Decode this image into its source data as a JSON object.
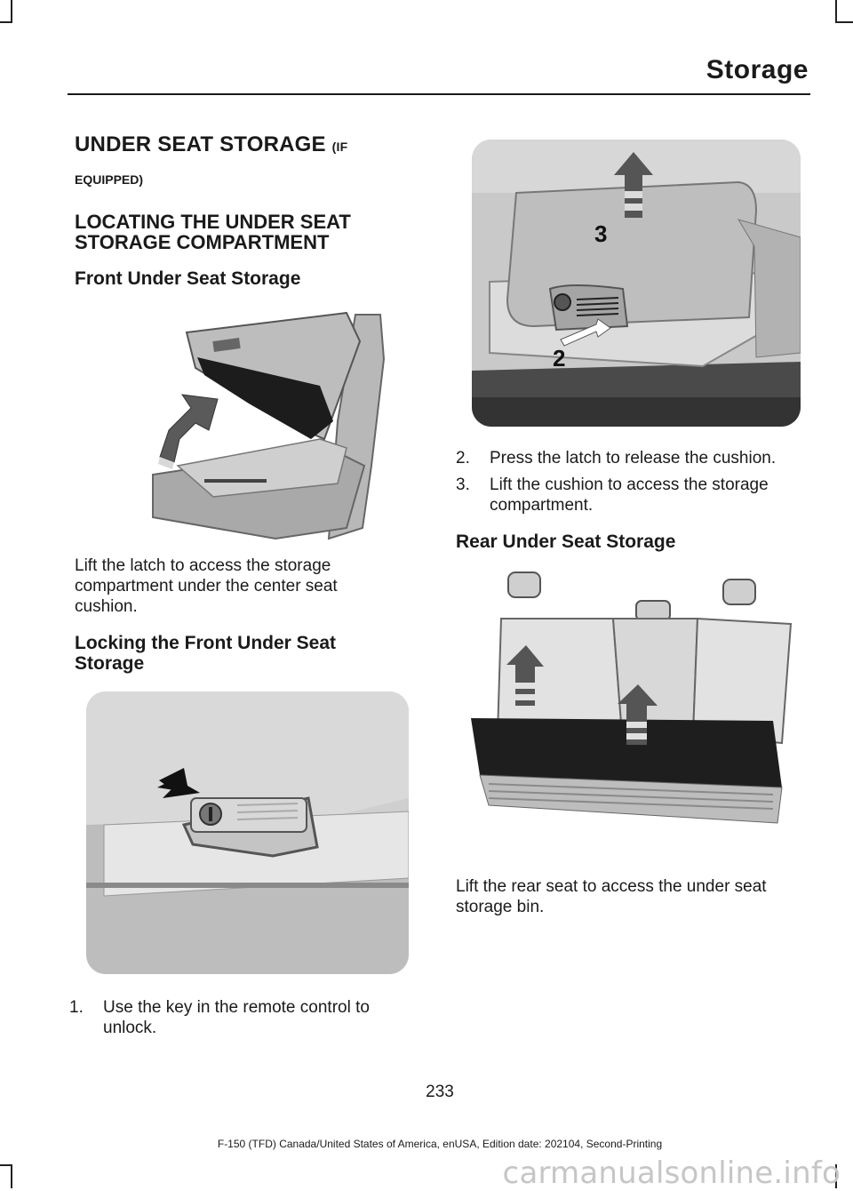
{
  "header": {
    "title": "Storage"
  },
  "left": {
    "section_title": "UNDER SEAT STORAGE",
    "section_title_suffix": "(IF",
    "section_title_suffix2": "EQUIPPED)",
    "subsection_title": "LOCATING THE UNDER SEAT STORAGE COMPARTMENT",
    "front_heading": "Front Under Seat Storage",
    "front_text": "Lift the latch to access the storage compartment under the center seat cushion.",
    "locking_heading": "Locking the Front Under Seat Storage",
    "step1_num": "1.",
    "step1_text": "Use the key in the remote control to unlock."
  },
  "right": {
    "callouts": [
      "3",
      "2"
    ],
    "step2_num": "2.",
    "step2_text": "Press the latch to release the cushion.",
    "step3_num": "3.",
    "step3_text": "Lift the cushion to access the storage compartment.",
    "rear_heading": "Rear Under Seat Storage",
    "rear_text": "Lift the rear seat to access the under seat storage bin."
  },
  "page_number": "233",
  "footer": "F-150 (TFD) Canada/United States of America, enUSA, Edition date: 202104, Second-Printing",
  "watermark": "carmanualsonline.info"
}
